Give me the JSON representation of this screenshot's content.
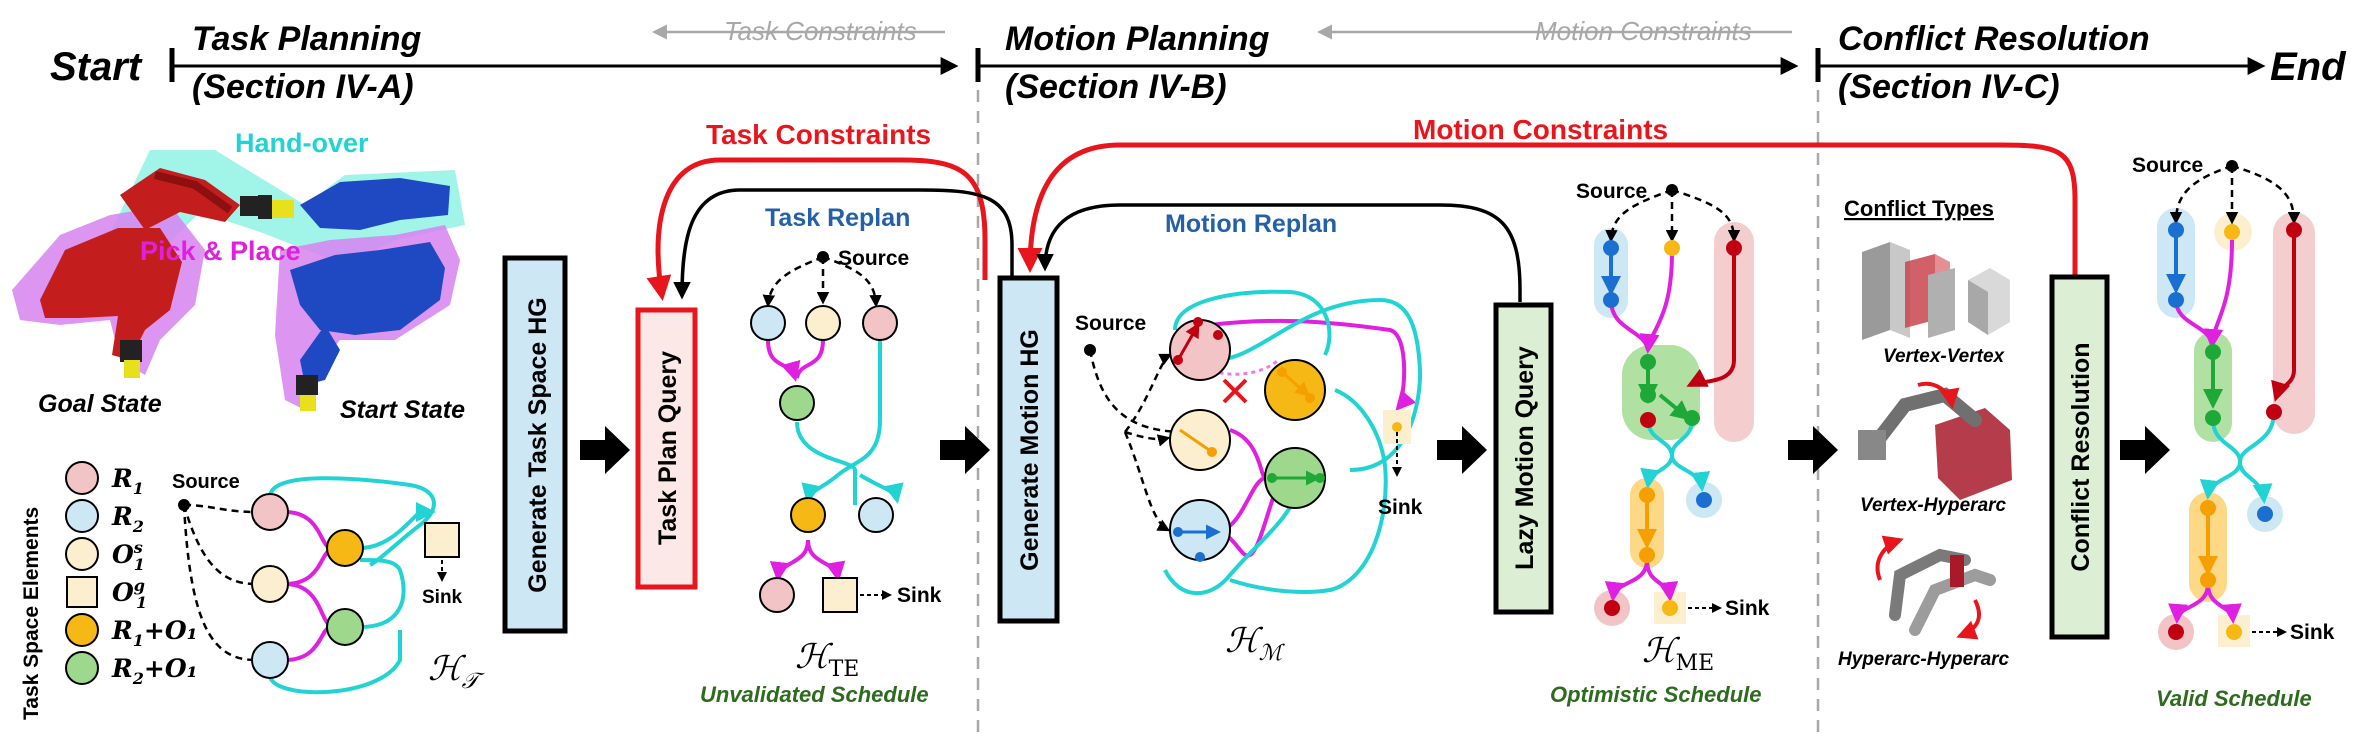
{
  "timeline": {
    "start": "Start",
    "end": "End",
    "stages": [
      {
        "title": "Task Planning",
        "section": "(Section IV-A)"
      },
      {
        "title": "Motion Planning",
        "section": "(Section IV-B)"
      },
      {
        "title": "Conflict Resolution",
        "section": "(Section IV-C)"
      }
    ],
    "feedback": {
      "task": "Task Constraints",
      "motion": "Motion Constraints"
    }
  },
  "constraints": {
    "task": "Task Constraints",
    "motion": "Motion Constraints"
  },
  "replans": {
    "task": "Task Replan",
    "motion": "Motion Replan"
  },
  "robots": {
    "handover": "Hand-over",
    "pick_place": "Pick & Place",
    "goal": "Goal State",
    "start": "Start State"
  },
  "legend": {
    "title": "Task Space Elements",
    "items": [
      {
        "sym": "R",
        "sub": "1",
        "sup": "",
        "extra": "",
        "shape": "circle",
        "fill": "#f2c4c6"
      },
      {
        "sym": "R",
        "sub": "2",
        "sup": "",
        "extra": "",
        "shape": "circle",
        "fill": "#cde7f5"
      },
      {
        "sym": "O",
        "sub": "1",
        "sup": "s",
        "extra": "",
        "shape": "circle",
        "fill": "#fcefcf"
      },
      {
        "sym": "O",
        "sub": "1",
        "sup": "g",
        "extra": "",
        "shape": "square",
        "fill": "#fcefcf"
      },
      {
        "sym": "R",
        "sub": "1",
        "sup": "",
        "extra": "+O₁",
        "shape": "circle",
        "fill": "#f5b814"
      },
      {
        "sym": "R",
        "sub": "2",
        "sup": "",
        "extra": "+O₁",
        "shape": "circle",
        "fill": "#9ed88c"
      }
    ]
  },
  "graph_labels": {
    "source": "Source",
    "sink": "Sink"
  },
  "math_labels": {
    "ht": "ℋ",
    "ht_sub": "𝒯",
    "hte": "ℋ",
    "hte_sub": "TE",
    "hm": "ℋ",
    "hm_sub": "ℳ",
    "hme": "ℋ",
    "hme_sub": "ME"
  },
  "boxes": {
    "gen_task": "Generate Task Space HG",
    "task_query": "Task Plan Query",
    "gen_motion": "Generate Motion HG",
    "lazy_query": "Lazy Motion Query",
    "conflict": "Conflict Resolution"
  },
  "schedules": {
    "unvalidated": "Unvalidated Schedule",
    "optimistic": "Optimistic Schedule",
    "valid": "Valid Schedule"
  },
  "conflict_types": {
    "title": "Conflict Types",
    "items": [
      "Vertex-Vertex",
      "Vertex-Hyperarc",
      "Hyperarc-Hyperarc"
    ]
  },
  "colors": {
    "r1": "#f2c4c6",
    "r2": "#cde7f5",
    "obj": "#fcefcf",
    "r1o": "#f5b814",
    "r2o": "#9ed88c",
    "magenta": "#e020e0",
    "cyan": "#22d3d3",
    "red": "#e8161c",
    "darkred": "#c00010",
    "blue": "#1a6fd0",
    "green": "#1ea838",
    "orange": "#f5a000",
    "query_fill": "#fde8e8",
    "gen_fill": "#cde7f5",
    "lazy_fill": "#dcefd4",
    "task_replan": "#2360a8",
    "motion_replan": "#2360a8",
    "sched_text": "#2d6b1e"
  }
}
